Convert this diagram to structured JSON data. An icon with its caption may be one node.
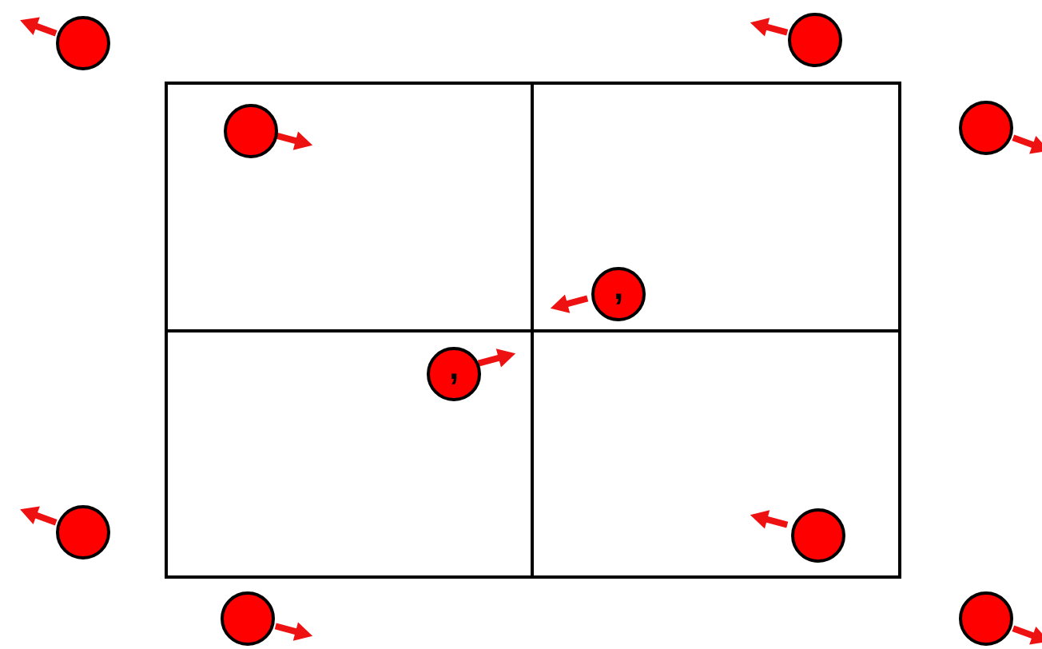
{
  "diagram": {
    "nodes": [
      {
        "text": [],
        "shape": "circle"
      },
      {
        "text": [],
        "shape": "circle"
      },
      {
        "text": [],
        "shape": "box"
      },
      {
        "text": [],
        "shape": "circle",
        "in": 2
      },
      {
        "text": [],
        "shape": "box"
      },
      {
        "text": [
          ","
        ],
        "in": 4
      },
      {
        "text": [],
        "shape": "circle"
      },
      {
        "text": [],
        "shape": "box"
      },
      {
        "text": [
          ","
        ],
        "in": 7
      },
      {
        "text": [],
        "shape": "box"
      },
      {
        "text": [],
        "shape": "circle",
        "in": 9
      },
      {
        "text": [],
        "shape": "circle"
      },
      {
        "text": [],
        "shape": "circle"
      },
      {
        "text": [],
        "shape": "circle"
      }
    ]
  }
}
